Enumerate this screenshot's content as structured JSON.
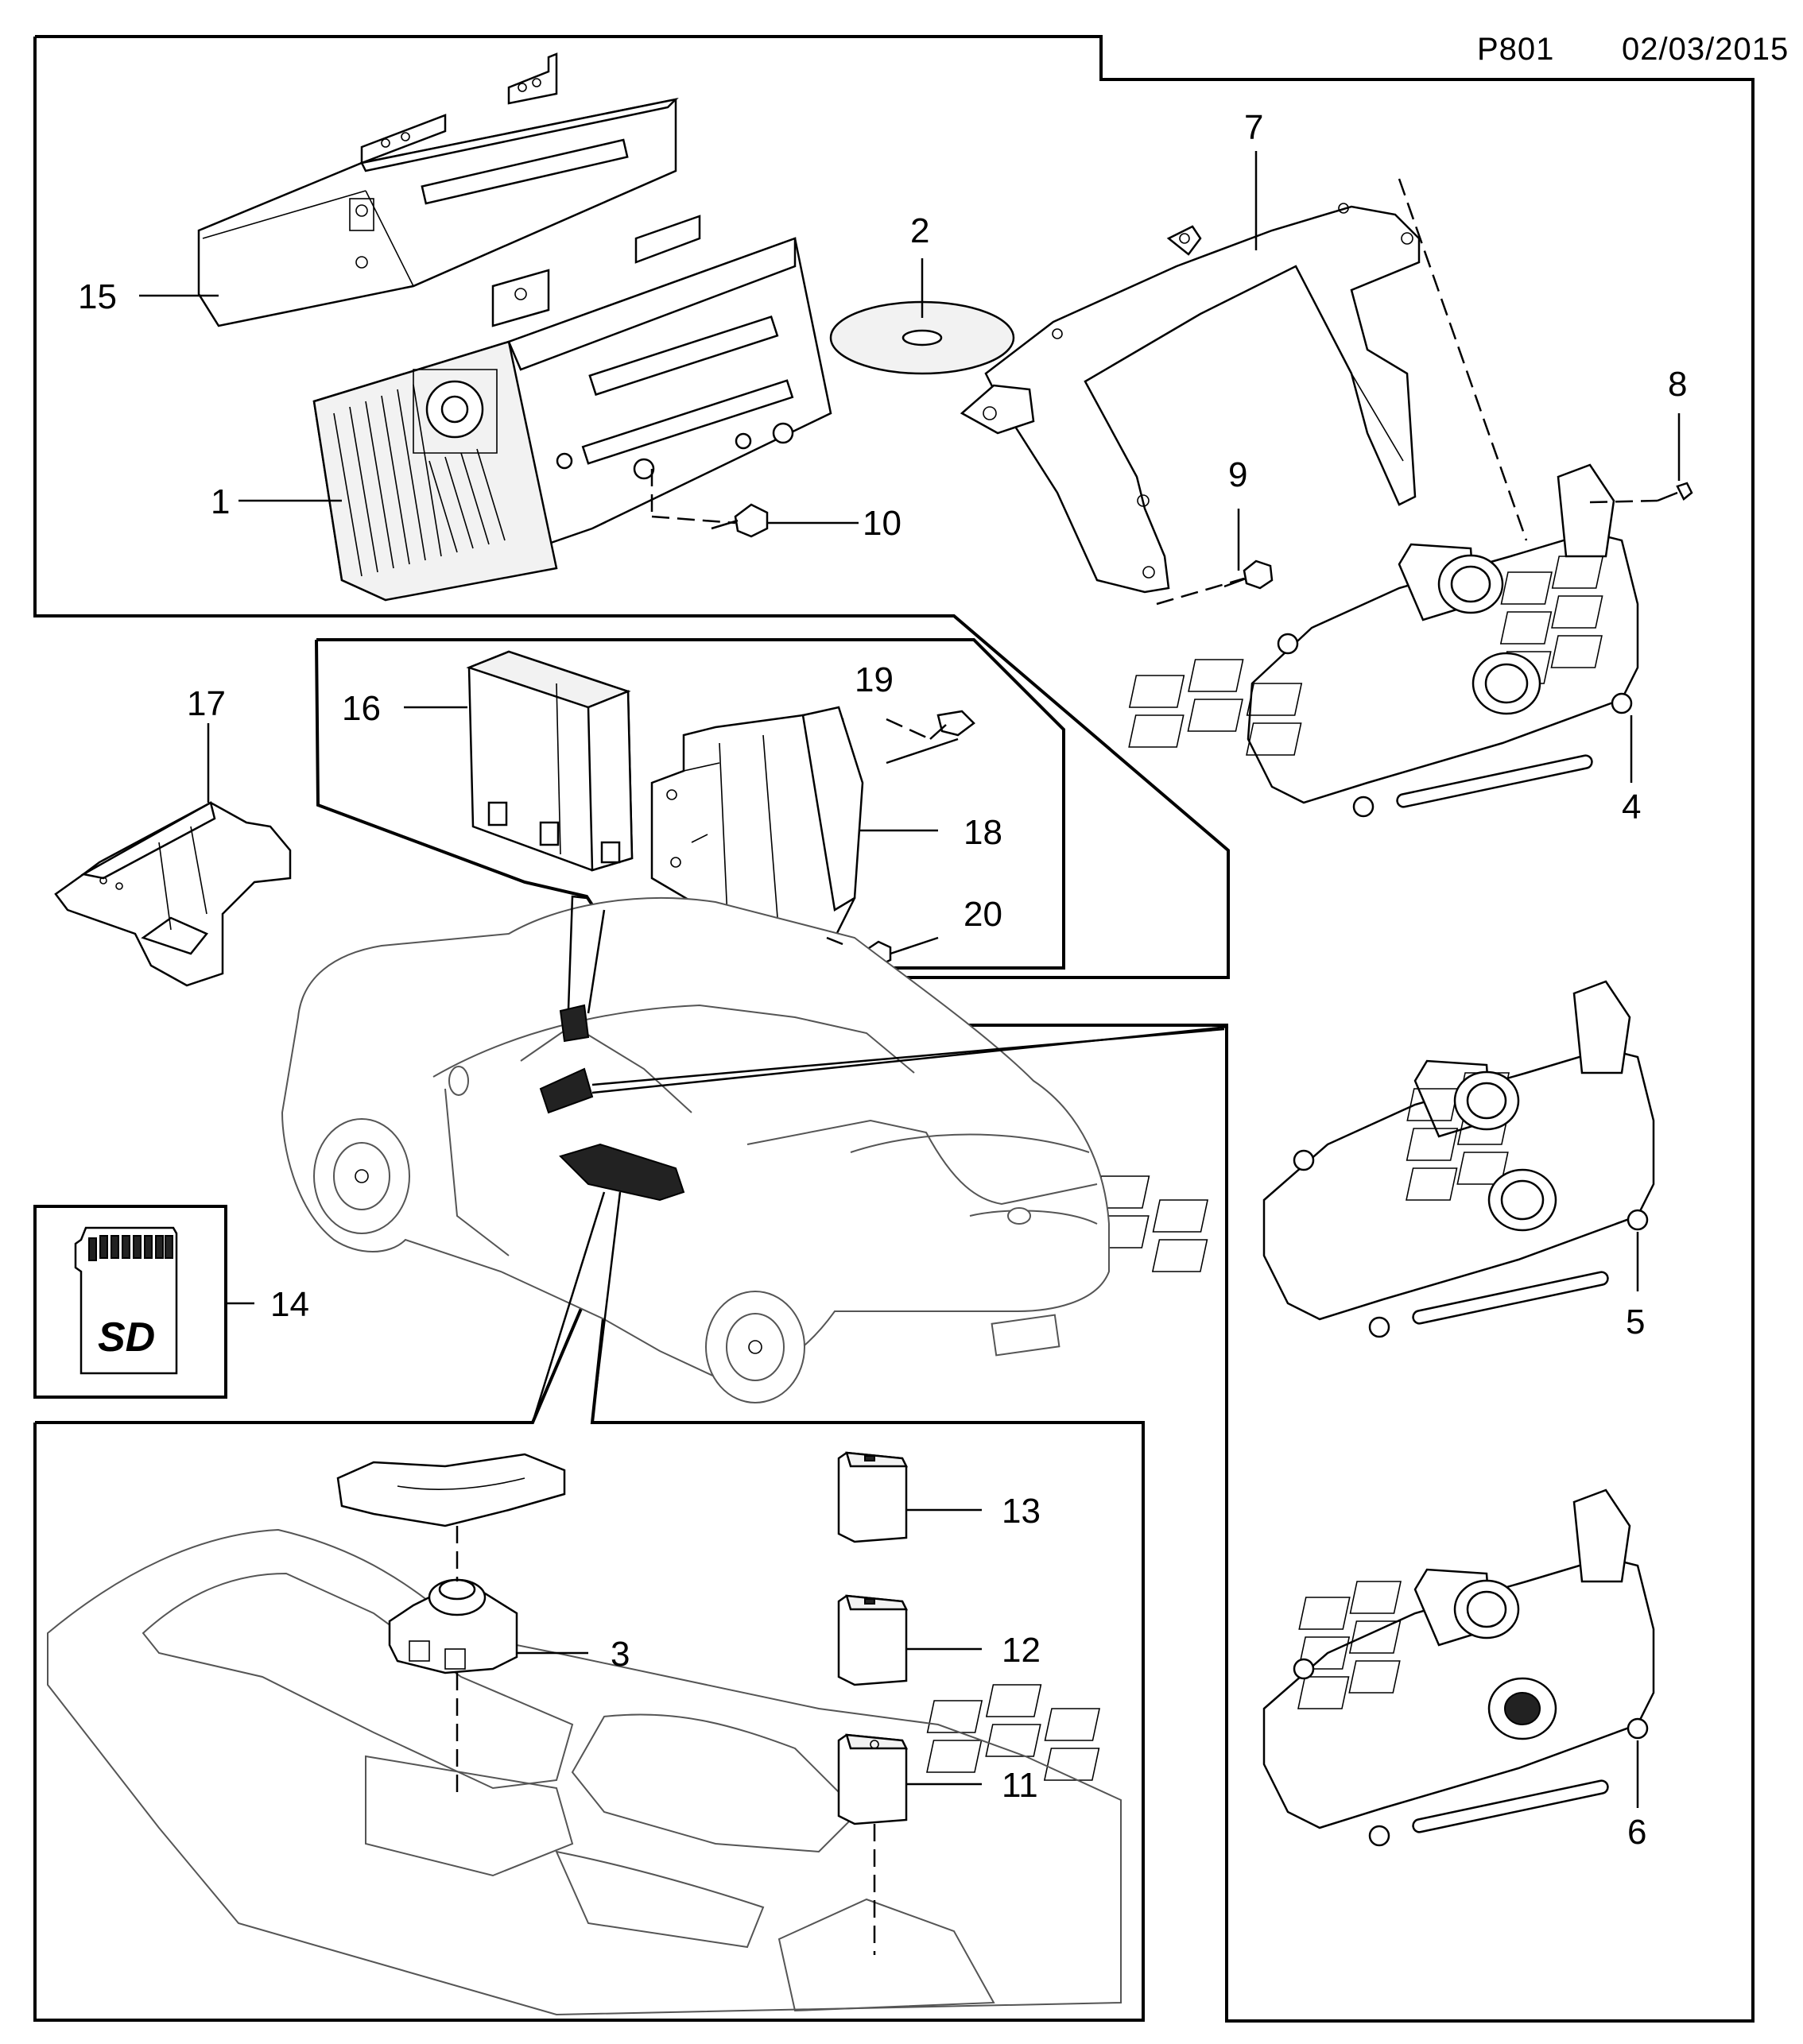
{
  "header": {
    "page_code": "P801",
    "date": "02/03/2015"
  },
  "parts": {
    "p1": "1",
    "p2": "2",
    "p3": "3",
    "p4": "4",
    "p5": "5",
    "p6": "6",
    "p7": "7",
    "p8": "8",
    "p9": "9",
    "p10": "10",
    "p11": "11",
    "p12": "12",
    "p13": "13",
    "p14": "14",
    "p15": "15",
    "p16": "16",
    "p17": "17",
    "p18": "18",
    "p19": "19",
    "p20": "20"
  },
  "sd_logo": "SD"
}
